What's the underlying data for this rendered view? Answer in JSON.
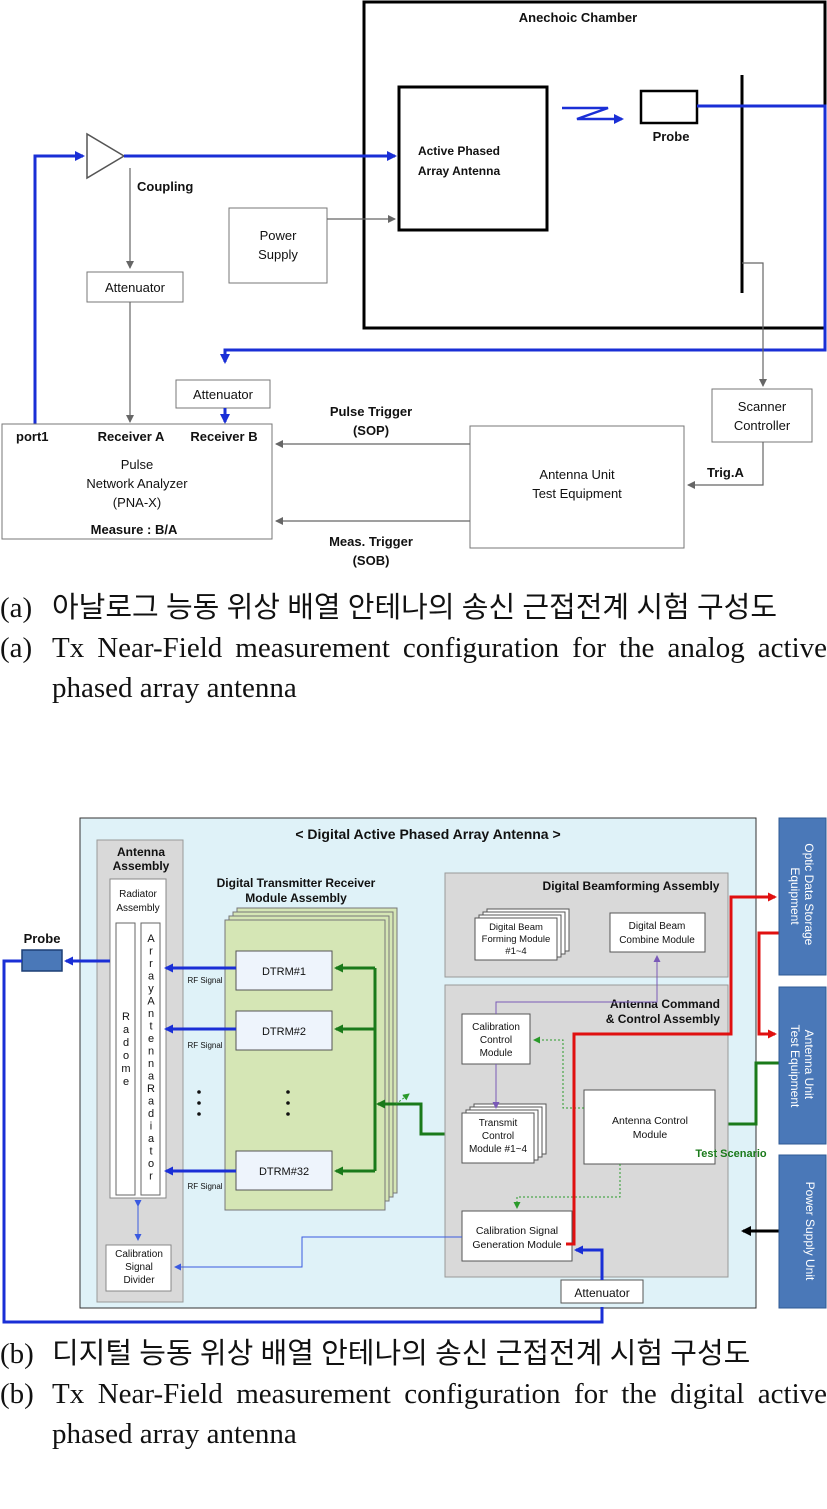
{
  "diagram_a": {
    "chamber": "Anechoic Chamber",
    "dut_line1": "Active Phased",
    "dut_line2": "Array Antenna",
    "probe": "Probe",
    "coupling": "Coupling",
    "attenuator1": "Attenuator",
    "power_line1": "Power",
    "power_line2": "Supply",
    "attenuator2": "Attenuator",
    "port1": "port1",
    "receiver_a": "Receiver A",
    "receiver_b": "Receiver B",
    "pna_line1": "Pulse",
    "pna_line2": "Network Analyzer",
    "pna_line3": "(PNA-X)",
    "measure": "Measure : B/A",
    "pulse_trigger_line1": "Pulse Trigger",
    "pulse_trigger_line2": "(SOP)",
    "meas_trigger_line1": "Meas. Trigger",
    "meas_trigger_line2": "(SOB)",
    "scanner_line1": "Scanner",
    "scanner_line2": "Controller",
    "trig_a": "Trig.A",
    "aute_line1": "Antenna Unit",
    "aute_line2": "Test Equipment"
  },
  "caption_a": {
    "ko_tag": "(a)",
    "ko": "아날로그 능동 위상 배열 안테나의 송신 근접전계 시험 구성도",
    "en_tag": "(a)",
    "en": "Tx Near-Field measurement configuration for the analog active phased array antenna"
  },
  "diagram_b": {
    "title": "< Digital Active Phased Array Antenna >",
    "antenna_assembly_line1": "Antenna",
    "antenna_assembly_line2": "Assembly",
    "radiator_assembly_line1": "Radiator",
    "radiator_assembly_line2": "Assembly",
    "radome": "Radome",
    "array_antenna_radiator": "ArrayAntennaRadiator",
    "probe": "Probe",
    "dtrm_assembly_line1": "Digital Transmitter Receiver",
    "dtrm_assembly_line2": "Module Assembly",
    "dtrm1": "DTRM#1",
    "dtrm2": "DTRM#2",
    "dtrm32": "DTRM#32",
    "rf_signal": "RF Signal",
    "beamforming_assembly": "Digital Beamforming Assembly",
    "dbfm_line1": "Digital Beam",
    "dbfm_line2": "Forming Module",
    "dbfm_line3": "#1~4",
    "dbcm_line1": "Digital Beam",
    "dbcm_line2": "Combine Module",
    "acca_line1": "Antenna Command",
    "acca_line2": "& Control Assembly",
    "ccm_line1": "Calibration",
    "ccm_line2": "Control",
    "ccm_line3": "Module",
    "tcm_line1": "Transmit",
    "tcm_line2": "Control",
    "tcm_line3": "Module #1~4",
    "acm_line1": "Antenna Control",
    "acm_line2": "Module",
    "test_scenario": "Test Scenario",
    "csgm_line1": "Calibration Signal",
    "csgm_line2": "Generation Module",
    "csd_line1": "Calibration",
    "csd_line2": "Signal",
    "csd_line3": "Divider",
    "attenuator": "Attenuator",
    "optic_line1": "Optic Data Storage",
    "optic_line2": "Equipment",
    "aute_line1": "Antenna Unit",
    "aute_line2": "Test Equipment",
    "psu": "Power Supply Unit"
  },
  "caption_b": {
    "ko_tag": "(b)",
    "ko": "디지털 능동 위상 배열 안테나의 송신 근접전계 시험 구성도",
    "en_tag": "(b)",
    "en": "Tx Near-Field measurement configuration for the digital active phased array antenna"
  },
  "colors": {
    "blue_line": "#1a2fd6",
    "green_line": "#1a7a1a",
    "red_line": "#e01010",
    "side_box": "#4a78b8",
    "inner_bg": "#dff2f8",
    "dtrm_bg": "#d5e6b5"
  }
}
